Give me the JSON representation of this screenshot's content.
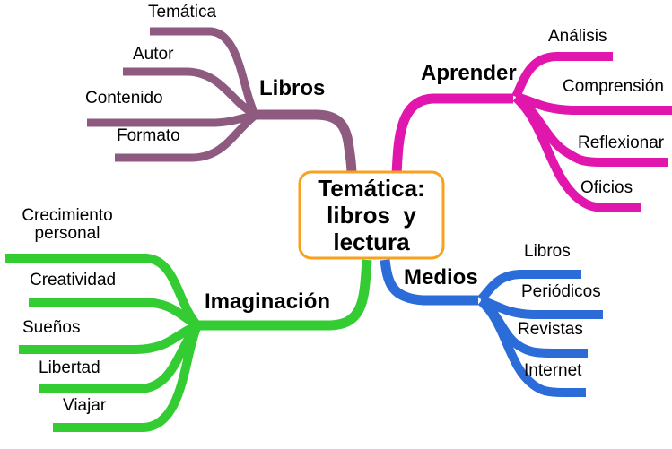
{
  "central": {
    "lines": [
      "Temática:",
      "libros  y",
      "lectura"
    ],
    "border_color": "#F9A11E"
  },
  "branches": [
    {
      "id": "libros",
      "label": "Libros",
      "color": "#8E5A7F",
      "children": [
        "Temática",
        "Autor",
        "Contenido",
        "Formato"
      ]
    },
    {
      "id": "aprender",
      "label": "Aprender",
      "color": "#E117AD",
      "children": [
        "Análisis",
        "Comprensión",
        "Reflexionar",
        "Oficios"
      ]
    },
    {
      "id": "imaginacion",
      "label": "Imaginación",
      "color": "#33CC33",
      "children": [
        "Crecimiento personal",
        "Creatividad",
        "Sueños",
        "Libertad",
        "Viajar"
      ]
    },
    {
      "id": "medios",
      "label": "Medios",
      "color": "#2B6CD9",
      "children": [
        "Libros",
        "Periódicos",
        "Revistas",
        "Internet"
      ]
    }
  ]
}
